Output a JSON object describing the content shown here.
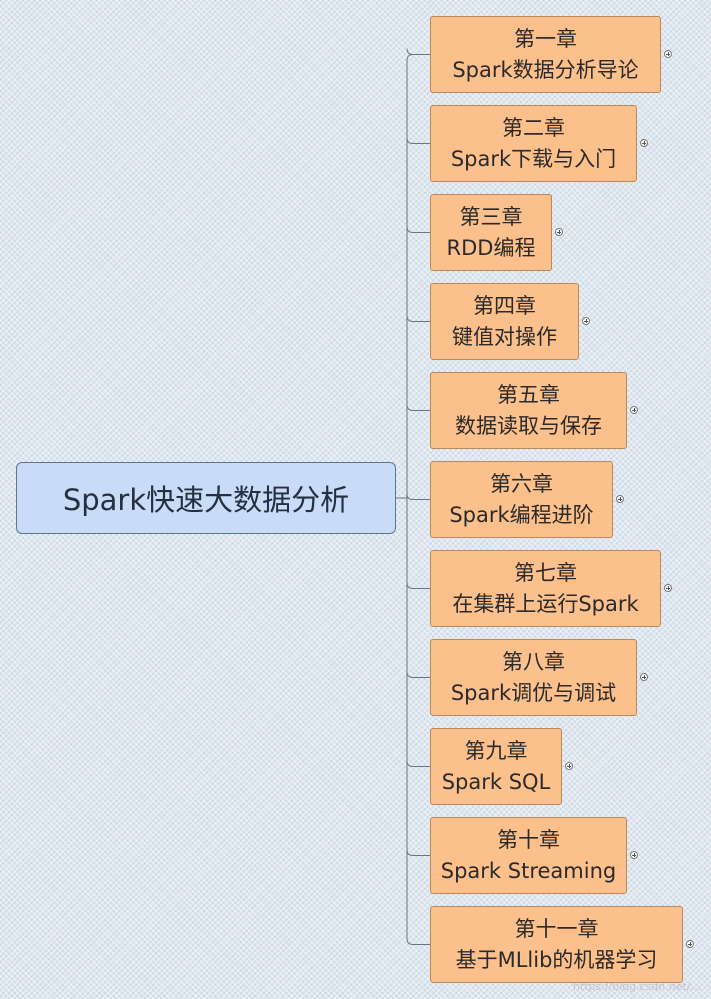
{
  "root": {
    "label": "Spark快速大数据分析"
  },
  "chapters": [
    {
      "chapter": "第一章",
      "title": "Spark数据分析导论"
    },
    {
      "chapter": "第二章",
      "title": "Spark下载与入门"
    },
    {
      "chapter": "第三章",
      "title": "RDD编程"
    },
    {
      "chapter": "第四章",
      "title": "键值对操作"
    },
    {
      "chapter": "第五章",
      "title": "数据读取与保存"
    },
    {
      "chapter": "第六章",
      "title": "Spark编程进阶"
    },
    {
      "chapter": "第七章",
      "title": "在集群上运行Spark"
    },
    {
      "chapter": "第八章",
      "title": "Spark调优与调试"
    },
    {
      "chapter": "第九章",
      "title": "Spark SQL"
    },
    {
      "chapter": "第十章",
      "title": "Spark Streaming"
    },
    {
      "chapter": "第十一章",
      "title": "基于MLlib的机器学习"
    }
  ],
  "watermark": "https://blog.csdn.net/...",
  "colors": {
    "root_fill": "#c9dcf7",
    "root_border": "#5f7396",
    "node_fill": "#fbc08c",
    "node_border": "#b9895a",
    "connector": "#6b7480"
  }
}
